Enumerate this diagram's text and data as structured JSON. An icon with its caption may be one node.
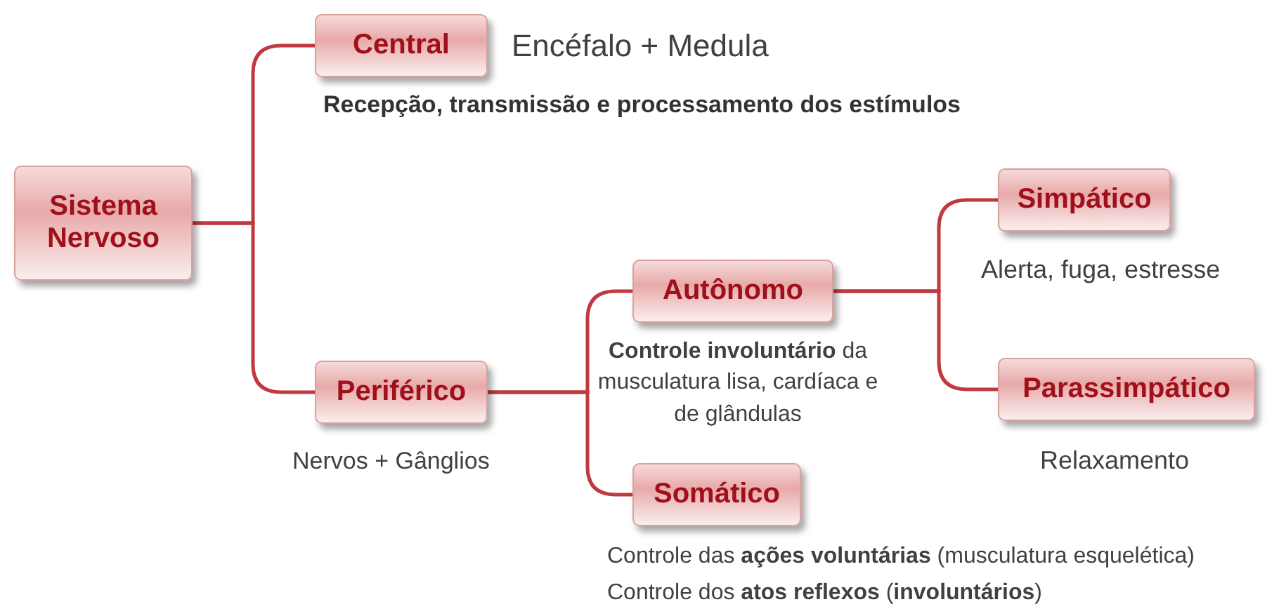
{
  "diagram": {
    "nodes": [
      {
        "text": [
          "Sistema Nervoso"
        ]
      },
      {
        "text": [
          "Central"
        ],
        "beside": [
          "Encéfalo + Medula",
          "Recepção, transmissão e processamento dos estímulos"
        ]
      },
      {
        "text": [
          "Periférico"
        ],
        "beside": [
          "Nervos + Gânglios"
        ]
      },
      {
        "text": [
          "Autônomo"
        ],
        "beside": [
          "**Controle involuntário** da musculatura lisa, cardíaca e de glândulas"
        ]
      },
      {
        "text": [
          "Somático"
        ],
        "beside": [
          "Controle das **ações voluntárias** (musculatura esquelética)",
          "Controle dos **atos reflexos** (**involuntários**)"
        ]
      },
      {
        "text": [
          "Simpático"
        ],
        "beside": [
          "Alerta, fuga, estresse"
        ]
      },
      {
        "text": [
          "Parassimpático"
        ],
        "beside": [
          "Relaxamento"
        ]
      }
    ],
    "edges": [
      {
        "from": 0,
        "to": 1,
        "arrow": "none"
      },
      {
        "from": 0,
        "to": 2,
        "arrow": "none"
      },
      {
        "from": 2,
        "to": 3,
        "arrow": "none"
      },
      {
        "from": 2,
        "to": 4,
        "arrow": "none"
      },
      {
        "from": 3,
        "to": 5,
        "arrow": "none"
      },
      {
        "from": 3,
        "to": 6,
        "arrow": "none"
      }
    ]
  }
}
